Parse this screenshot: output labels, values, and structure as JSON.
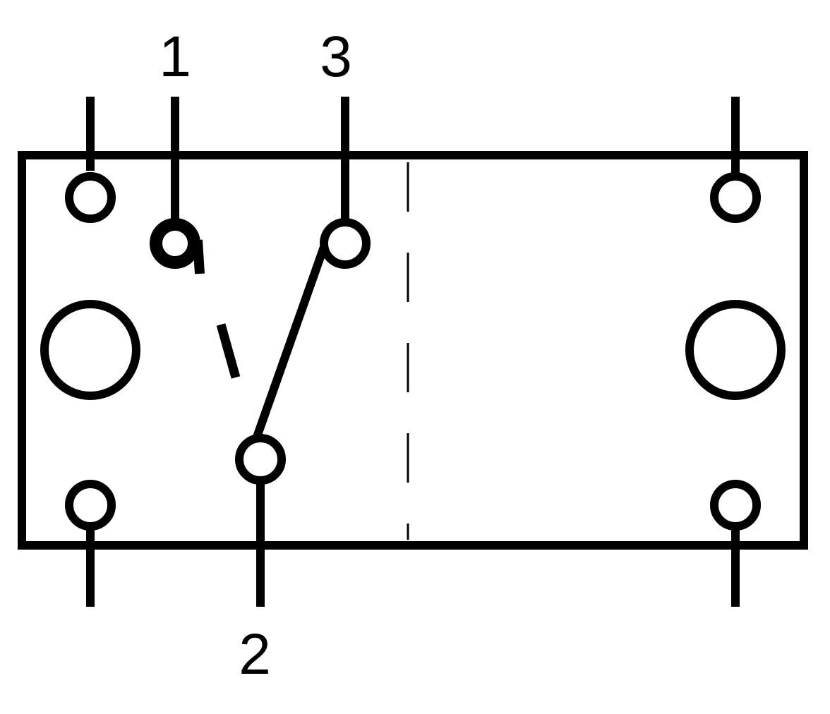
{
  "diagram": {
    "labels": {
      "terminal_1": "1",
      "terminal_2": "2",
      "terminal_3": "3"
    },
    "switch_state": "2-3 closed",
    "colors": {
      "line": "#000000",
      "background": "#ffffff"
    }
  }
}
